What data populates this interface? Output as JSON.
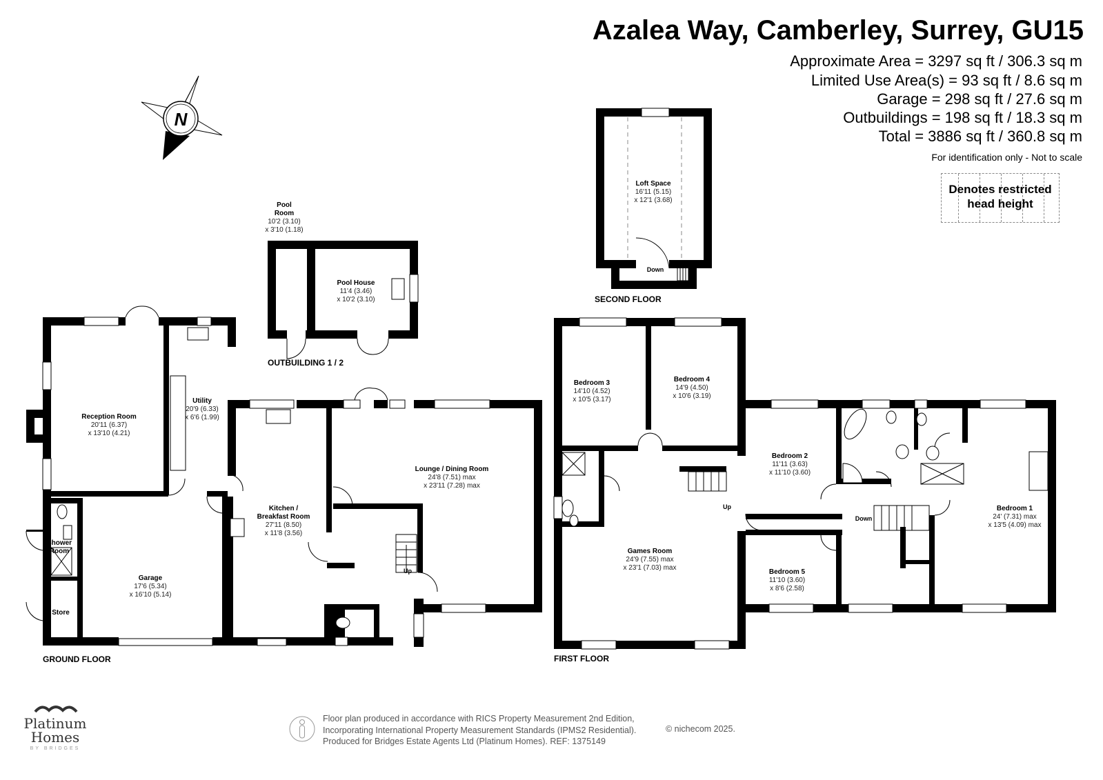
{
  "header": {
    "title": "Azalea Way, Camberley, Surrey, GU15",
    "areas": [
      "Approximate Area = 3297 sq ft / 306.3 sq m",
      "Limited Use Area(s) = 93 sq ft / 8.6 sq m",
      "Garage = 298 sq ft / 27.6 sq m",
      "Outbuildings = 198 sq ft / 18.3 sq m",
      "Total = 3886 sq ft / 360.8 sq m"
    ],
    "note": "For identification only - Not to scale"
  },
  "legend": {
    "restricted_text_line1": "Denotes restricted",
    "restricted_text_line2": "head height"
  },
  "compass": {
    "icon": "compass-north-icon",
    "letter": "N"
  },
  "floors": {
    "ground": "GROUND FLOOR",
    "first": "FIRST FLOOR",
    "second": "SECOND FLOOR",
    "outbuilding": "OUTBUILDING 1 / 2"
  },
  "rooms": {
    "pool_room": {
      "name1": "Pool",
      "name2": "Room",
      "dim1": "10'2 (3.10)",
      "dim2": "x 3'10 (1.18)"
    },
    "pool_house": {
      "name": "Pool House",
      "dim1": "11'4 (3.46)",
      "dim2": "x 10'2 (3.10)"
    },
    "loft_space": {
      "name": "Loft Space",
      "dim1": "16'11 (5.15)",
      "dim2": "x 12'1 (3.68)"
    },
    "reception": {
      "name": "Reception Room",
      "dim1": "20'11 (6.37)",
      "dim2": "x 13'10 (4.21)"
    },
    "utility": {
      "name": "Utility",
      "dim1": "20'9 (6.33)",
      "dim2": "x 6'6 (1.99)"
    },
    "kitchen": {
      "name1": "Kitchen /",
      "name2": "Breakfast Room",
      "dim1": "27'11 (8.50)",
      "dim2": "x 11'8 (3.56)"
    },
    "lounge": {
      "name": "Lounge / Dining Room",
      "dim1": "24'8 (7.51) max",
      "dim2": "x 23'11 (7.28) max"
    },
    "garage": {
      "name": "Garage",
      "dim1": "17'6 (5.34)",
      "dim2": "x 16'10 (5.14)"
    },
    "shower_room": {
      "name1": "Shower",
      "name2": "Room"
    },
    "store": {
      "name": "Store"
    },
    "bedroom3": {
      "name": "Bedroom 3",
      "dim1": "14'10 (4.52)",
      "dim2": "x 10'5 (3.17)"
    },
    "bedroom4": {
      "name": "Bedroom 4",
      "dim1": "14'9 (4.50)",
      "dim2": "x 10'6 (3.19)"
    },
    "bedroom2": {
      "name": "Bedroom 2",
      "dim1": "11'11 (3.63)",
      "dim2": "x 11'10 (3.60)"
    },
    "bedroom5": {
      "name": "Bedroom 5",
      "dim1": "11'10 (3.60)",
      "dim2": "x 8'6 (2.58)"
    },
    "bedroom1": {
      "name": "Bedroom 1",
      "dim1": "24' (7.31) max",
      "dim2": "x 13'5 (4.09) max"
    },
    "games_room": {
      "name": "Games Room",
      "dim1": "24'9 (7.55) max",
      "dim2": "x 23'1 (7.03) max"
    }
  },
  "stairs": {
    "up": "Up",
    "down": "Down"
  },
  "footer": {
    "line1": "Floor plan produced in accordance with RICS Property Measurement 2nd Edition,",
    "line2": "Incorporating International Property Measurement Standards (IPMS2 Residential).",
    "line3": "Produced for Bridges Estate Agents Ltd (Platinum Homes).   REF: 1375149",
    "copyright": "© nichecom 2025.",
    "rics_icon": "person-in-circle-icon"
  },
  "logo": {
    "line1": "Platinum",
    "line2": "Homes",
    "line3": "BY BRIDGES",
    "icon": "arches-icon"
  },
  "colors": {
    "wall": "#000000",
    "text": "#000000",
    "footer_text": "#555555",
    "dashed": "#888888"
  }
}
